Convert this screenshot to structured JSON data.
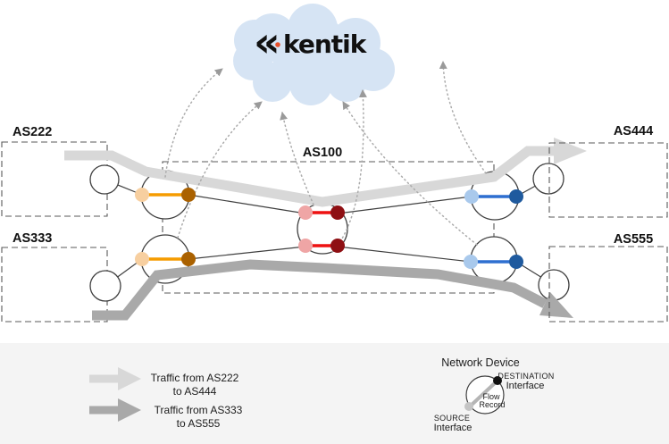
{
  "cloud": {
    "chevron": "«",
    "brand": "kentik"
  },
  "labels": {
    "as222": "AS222",
    "as333": "AS333",
    "as100": "AS100",
    "as444": "AS444",
    "as555": "AS555"
  },
  "legend": {
    "flow1": {
      "line1": "Traffic from AS222",
      "line2": "to AS444"
    },
    "flow2": {
      "line1": "Traffic from AS333",
      "line2": "to AS555"
    },
    "device": {
      "title": "Network Device",
      "dest": "DESTINATION",
      "dest_sub": "Interface",
      "src": "SOURCE",
      "src_sub": "Interface",
      "flow_line1": "Flow",
      "flow_line2": "Record"
    }
  },
  "colors": {
    "cloud": "#d6e4f4",
    "kentik_orange": "#e8502a",
    "kentik_text": "#2b3240",
    "flow_as222": "#d8d8d8",
    "flow_as333": "#a9a9a9",
    "src_orange": "#f7cfa0",
    "dst_orange": "#aa6100",
    "link_orange": "#f59c00",
    "src_red": "#efa5a5",
    "dst_red": "#8e0f13",
    "link_red": "#ee1111",
    "src_blue": "#a9c9ec",
    "dst_blue": "#1f5a9e",
    "link_blue": "#2e6fd0",
    "legend_bg": "#f4f4f4",
    "device_src": "#c4c4c4",
    "device_dst": "#111111",
    "flow_record_line": "#b5b5b5"
  }
}
